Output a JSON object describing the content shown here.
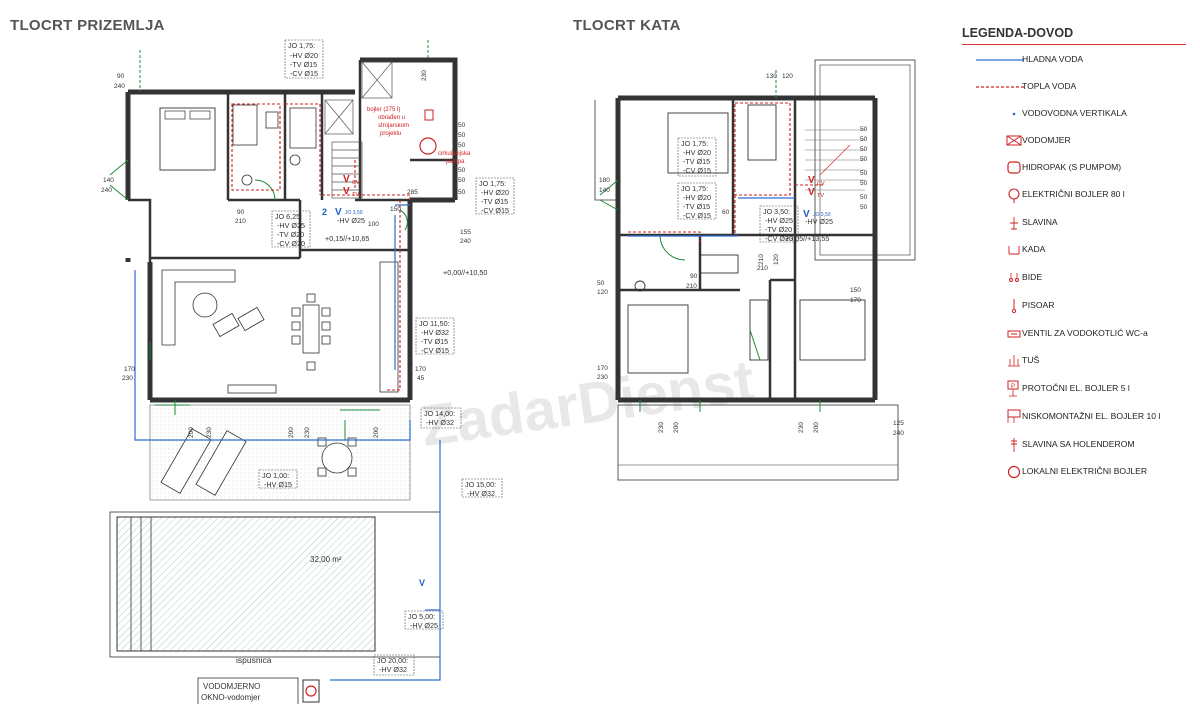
{
  "titles": {
    "ground": "TLOCRT PRIZEMLJA",
    "upper": "TLOCRT KATA"
  },
  "watermark": "ZadarDienst",
  "colors": {
    "wall": "#333333",
    "cold_water": "#2a6fd0",
    "hot_water": "#d02020",
    "green": "#1a8a3a"
  },
  "legend": {
    "title": "LEGENDA-DOVOD",
    "items": [
      {
        "label": "HLADNA VODA",
        "icon": "cold-water-line-icon"
      },
      {
        "label": "TOPLA VODA",
        "icon": "hot-water-line-icon"
      },
      {
        "label": "VODOVODNA VERTIKALA",
        "icon": "vertical-dot-icon"
      },
      {
        "label": "VODOMJER",
        "icon": "water-meter-icon"
      },
      {
        "label": "HIDROPAK (S PUMPOM)",
        "icon": "hydropack-icon"
      },
      {
        "label": "ELEKTRIČNI BOJLER 80 l",
        "icon": "boiler-icon"
      },
      {
        "label": "SLAVINA",
        "icon": "tap-icon"
      },
      {
        "label": "KADA",
        "icon": "bathtub-icon"
      },
      {
        "label": "BIDE",
        "icon": "bidet-icon"
      },
      {
        "label": "PISOAR",
        "icon": "urinal-icon"
      },
      {
        "label": "VENTIL ZA VODOKOTLIĆ WC-a",
        "icon": "cistern-valve-icon"
      },
      {
        "label": "TUŠ",
        "icon": "shower-icon"
      },
      {
        "label": "PROTOČNI EL. BOJLER 5 l",
        "icon": "instant-heater-icon"
      },
      {
        "label": "NISKOMONTAŽNI EL. BOJLER 10 l",
        "icon": "low-boiler-icon"
      },
      {
        "label": "SLAVINA SA HOLENDEROM",
        "icon": "tap-union-icon"
      },
      {
        "label": "LOKALNI ELEKTRIČNI BOJLER",
        "icon": "local-boiler-icon"
      }
    ]
  },
  "ground": {
    "jo": [
      {
        "head": "JO 1,75:",
        "lines": [
          "-HV Ø20",
          "-TV Ø15",
          "-CV Ø15"
        ]
      },
      {
        "head": "JO 1,75:",
        "lines": [
          "-HV Ø20",
          "-TV Ø15",
          "-CV Ø15"
        ]
      },
      {
        "head": "JO 6,25:",
        "lines": [
          "-HV Ø25",
          "-TV Ø20",
          "-CV Ø20"
        ]
      },
      {
        "head": "JO 11,50:",
        "lines": [
          "-HV Ø32",
          "-TV Ø15",
          "-CV Ø15"
        ]
      },
      {
        "head": "JO 14,00:",
        "lines": [
          "-HV Ø32"
        ]
      },
      {
        "head": "JO 1,00:",
        "lines": [
          "-HV Ø15"
        ]
      },
      {
        "head": "JO 15,00:",
        "lines": [
          "-HV Ø32"
        ]
      },
      {
        "head": "JO 5,00:",
        "lines": [
          "-HV Ø25"
        ]
      },
      {
        "head": "JO 20,00:",
        "lines": [
          "-HV Ø32"
        ]
      }
    ],
    "boiler_note": [
      "bojler (275 l)",
      "obrađen u",
      "strojarskom",
      "projektu"
    ],
    "pump_note": [
      "cirkulacijska",
      "pumpa"
    ],
    "level_a": "+0,15//+10,65",
    "level_b": "+0,00//+10,50",
    "riser_label": "JO 3,50",
    "riser_pipe": "-HV Ø25",
    "pool_area": "32,00 m²",
    "drain_label": "ispusnica",
    "meter_box": [
      "VODOMJERNO",
      "OKNO-vodomjer"
    ],
    "cv": "CV",
    "tv": "TV",
    "v": "V",
    "two": "2",
    "dims": [
      "90",
      "240",
      "230",
      "140",
      "240",
      "210",
      "90",
      "150",
      "100",
      "155",
      "240",
      "170",
      "230",
      "170",
      "45",
      "50",
      "50",
      "50",
      "50",
      "50",
      "50",
      "285",
      "200",
      "230",
      "200",
      "230",
      "200"
    ]
  },
  "upper": {
    "jo": [
      {
        "head": "JO 1,75:",
        "lines": [
          "-HV Ø20",
          "-TV Ø15",
          "-CV Ø15"
        ]
      },
      {
        "head": "JO 1,75:",
        "lines": [
          "-HV Ø20",
          "-TV Ø15",
          "-CV Ø15"
        ]
      },
      {
        "head": "JO 3,50:",
        "lines": [
          "-HV Ø25",
          "-TV Ø20",
          "-CV Ø20"
        ]
      }
    ],
    "riser_label": "JO 3,50",
    "riser_pipe": "-HV Ø25",
    "level": "+3,05//+13,55",
    "cv": "CV",
    "tv": "TV",
    "v": "V",
    "dims": [
      "130",
      "120",
      "180",
      "140",
      "50",
      "50",
      "50",
      "50",
      "50",
      "50",
      "50",
      "50",
      "60",
      "210",
      "90",
      "210",
      "120",
      "50",
      "120",
      "170",
      "230",
      "150",
      "125",
      "240",
      "230",
      "200",
      "230",
      "200",
      "210",
      "170"
    ]
  }
}
